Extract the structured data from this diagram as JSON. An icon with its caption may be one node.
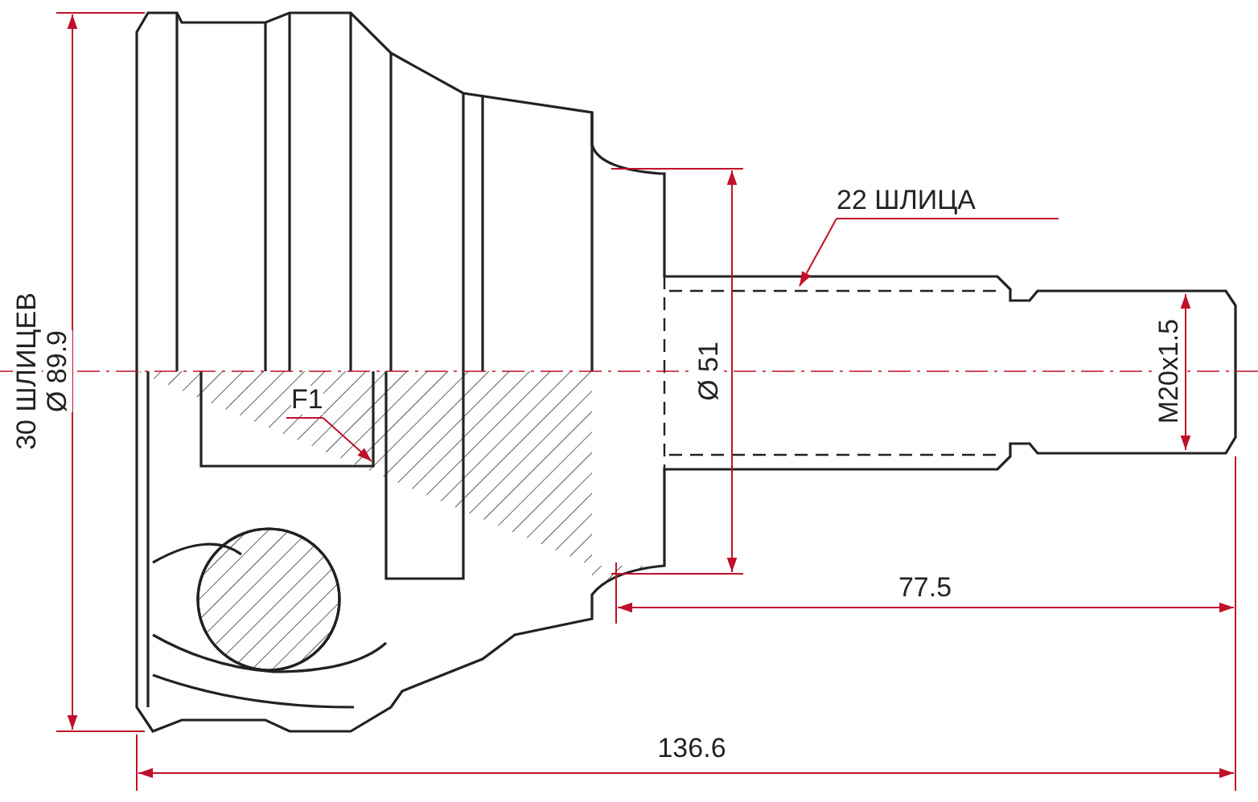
{
  "diagram": {
    "nodes": [
      {
        "text": [
          "22 ШЛИЦА"
        ]
      },
      {
        "text": [
          "F1"
        ]
      }
    ],
    "edges": [
      {
        "from": 0,
        "to": null,
        "arrow": "to"
      },
      {
        "from": 1,
        "to": null,
        "arrow": "to"
      }
    ],
    "labels": [
      "30 ШЛИЦЕВ",
      "Ø 89.9",
      "Ø 51",
      "M20x1.5",
      "77.5",
      "136.6"
    ]
  }
}
